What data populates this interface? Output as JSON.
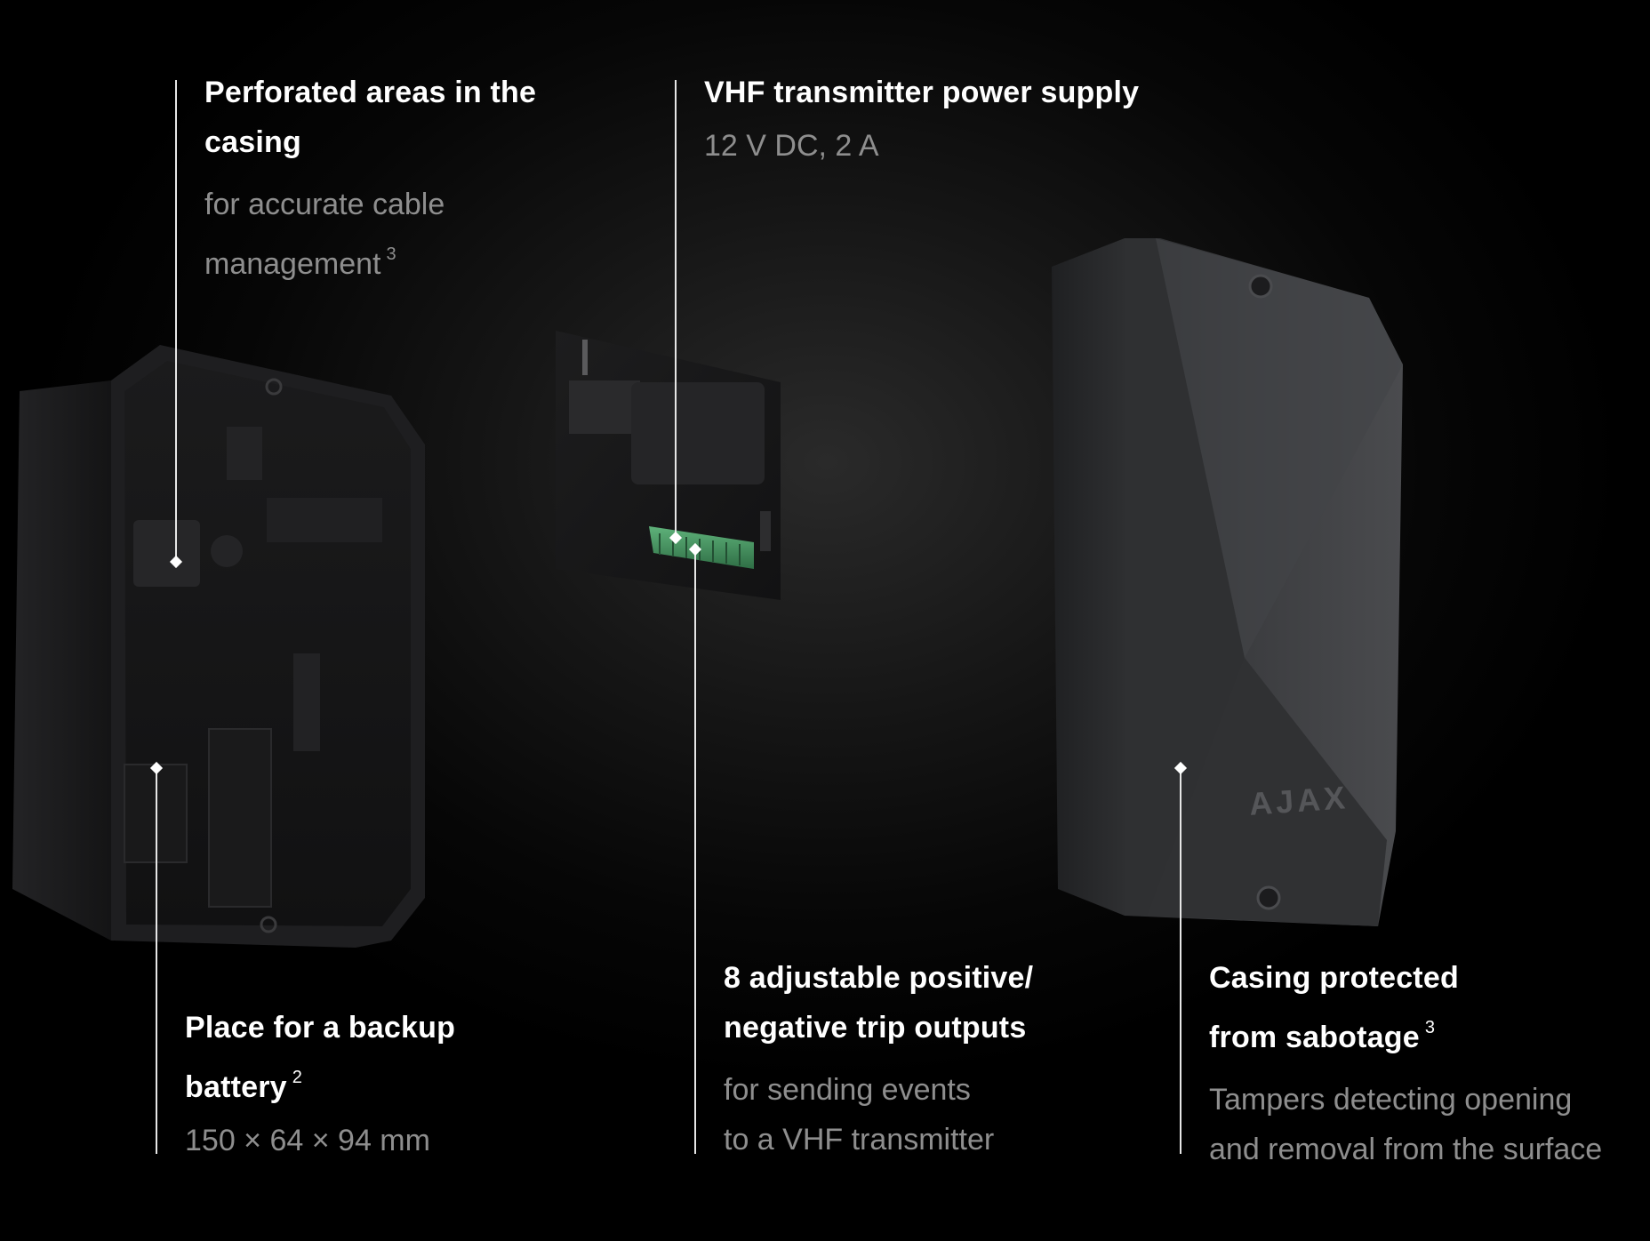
{
  "colors": {
    "background": "#000000",
    "title_text": "#ffffff",
    "description_text": "#8e8e8e",
    "device_body": "#3a3a3a",
    "terminal_block": "#3f8a55"
  },
  "icons": {
    "brand_logo": "ajax-logo"
  },
  "brand": {
    "logo_text": "AJAX"
  },
  "callouts": {
    "perforated": {
      "title": "Perforated areas in the casing",
      "desc": "for accurate cable management",
      "note": "3"
    },
    "power": {
      "title": "VHF transmitter power supply",
      "desc": "12 V DC, 2 A"
    },
    "battery": {
      "title": "Place for a backup battery",
      "note": "2",
      "desc": "150 × 64 × 94 mm"
    },
    "outputs": {
      "title": "8 adjustable positive/ negative trip outputs",
      "desc_line1": "for sending events",
      "desc_line2": "to a VHF transmitter"
    },
    "sabotage": {
      "title": "Casing protected from sabotage",
      "note": "3",
      "desc_line1": "Tampers detecting opening",
      "desc_line2": "and removal from the surface"
    }
  }
}
